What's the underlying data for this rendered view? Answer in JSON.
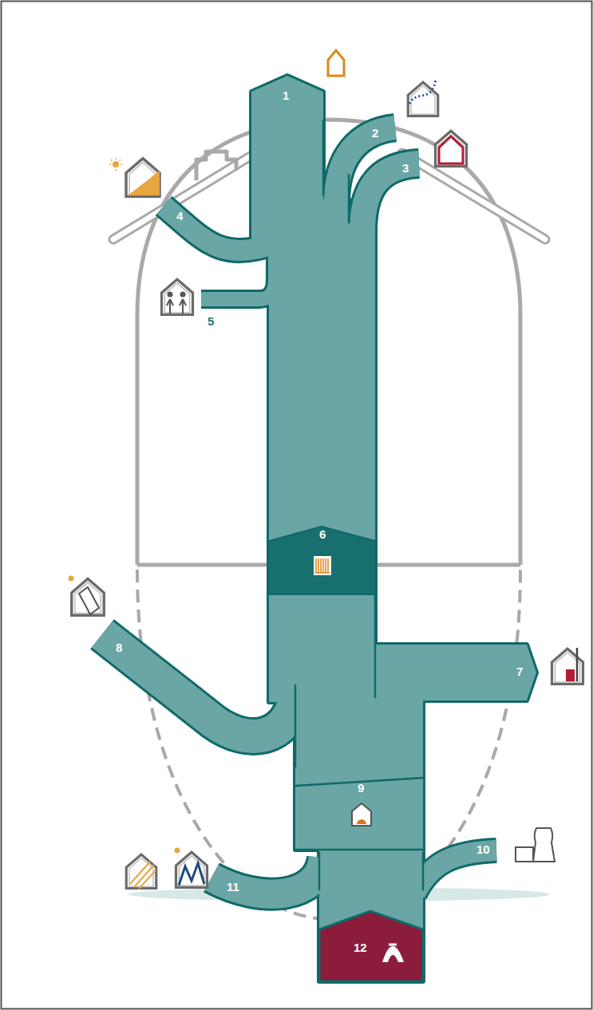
{
  "diagram": {
    "nodes": [
      {
        "text": [
          "6"
        ]
      },
      {
        "text": [
          "9"
        ]
      },
      {
        "text": [
          "12"
        ]
      }
    ],
    "labels": [
      "1",
      "2",
      "3",
      "4",
      "5",
      "7",
      "8",
      "10",
      "11"
    ]
  }
}
